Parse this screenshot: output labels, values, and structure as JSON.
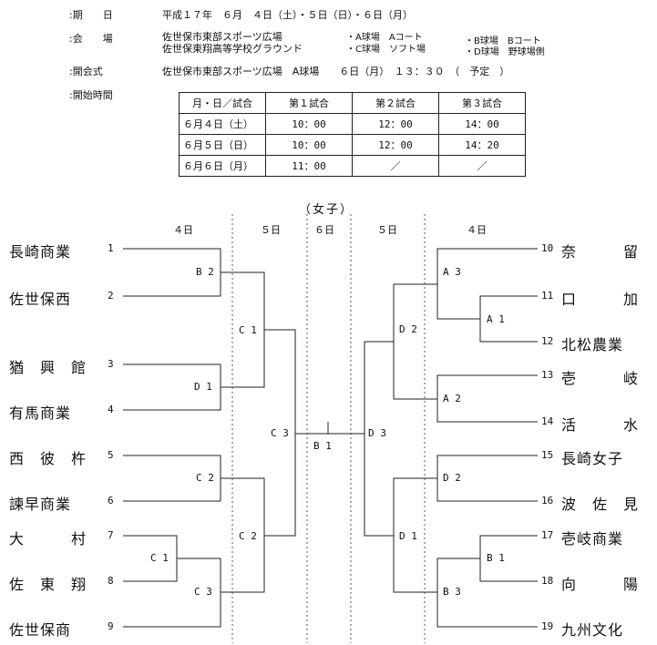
{
  "info": {
    "period_label": ":期　　日",
    "period_value": "平成１７年　６月　４日（土）・５日（日）・６日（月）",
    "venue_label": ":会　　場",
    "venue_line1": "佐世保市東部スポーツ広場",
    "venue_line2": "佐世保東翔高等学校グラウンド",
    "venue_a": "・A球場　Aコート",
    "venue_c": "・C球場　ソフト場",
    "venue_b": "・B球場　Bコート",
    "venue_d": "・D球場　野球場側",
    "opening_label": ":開会式",
    "opening_value": "佐世保市東部スポーツ広場　A球場　　６日（月）　１３：３０　（　予定　）",
    "start_label": ":開始時間"
  },
  "schedule": {
    "headers": [
      "月・日／試合",
      "第１試合",
      "第２試合",
      "第３試合"
    ],
    "rows": [
      [
        "６月４日（土）",
        "10：00",
        "12：00",
        "14：00"
      ],
      [
        "６月５日（日）",
        "10：00",
        "12：00",
        "14：20"
      ],
      [
        "６月６日（月）",
        "11：00",
        "／",
        "／"
      ]
    ]
  },
  "bracket": {
    "title": "（女子）",
    "day_labels": [
      "４日",
      "５日",
      "６日",
      "５日",
      "４日"
    ],
    "left_teams": [
      {
        "name": "長崎商業",
        "num": "1"
      },
      {
        "name": "佐世保西",
        "num": "2"
      },
      {
        "name": "猶　興　館",
        "num": "3"
      },
      {
        "name": "有馬商業",
        "num": "4"
      },
      {
        "name": "西　彼　杵",
        "num": "5"
      },
      {
        "name": "諫早商業",
        "num": "6"
      },
      {
        "name": "大　　　村",
        "num": "7"
      },
      {
        "name": "佐　東　翔",
        "num": "8"
      },
      {
        "name": "佐世保商",
        "num": "9"
      }
    ],
    "right_teams": [
      {
        "name": "奈　　　留",
        "num": "10"
      },
      {
        "name": "口　　　加",
        "num": "11"
      },
      {
        "name": "北松農業",
        "num": "12"
      },
      {
        "name": "壱　　　岐",
        "num": "13"
      },
      {
        "name": "活　　　水",
        "num": "14"
      },
      {
        "name": "長崎女子",
        "num": "15"
      },
      {
        "name": "波　佐　見",
        "num": "16"
      },
      {
        "name": "壱岐商業",
        "num": "17"
      },
      {
        "name": "向　　　陽",
        "num": "18"
      },
      {
        "name": "九州文化",
        "num": "19"
      }
    ],
    "match_labels": {
      "b2": "B 2",
      "c1_left_top": "C 1",
      "d1_left": "D 1",
      "c2_left": "C 2",
      "c3_center": "C 3",
      "c2_left_low": "C 2",
      "c1_left_low": "C 1",
      "c3_left_low": "C 3",
      "b1_final": "B 1",
      "d3": "D 3",
      "a3": "A 3",
      "a1": "A 1",
      "d2_right": "D 2",
      "a2": "A 2",
      "d2_right_low": "D 2",
      "d1_right": "D 1",
      "b1_right": "B 1",
      "b3": "B 3"
    }
  }
}
